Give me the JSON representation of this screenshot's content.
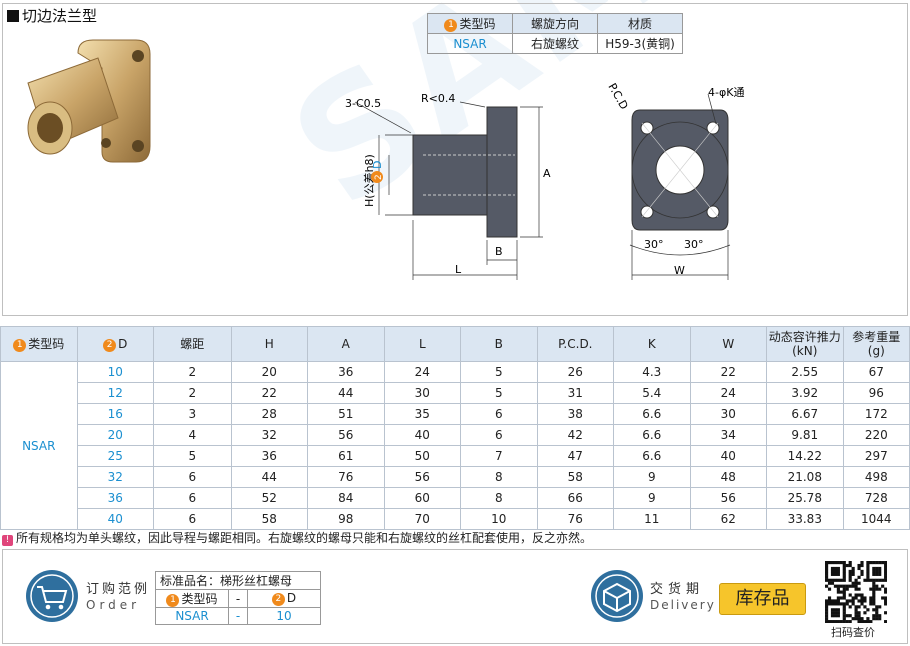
{
  "title": "切边法兰型",
  "spec_table": {
    "headers": [
      "类型码",
      "螺旋方向",
      "材质"
    ],
    "header_num": "1",
    "row": [
      "NSAR",
      "右旋螺纹",
      "H59-3(黄铜)"
    ]
  },
  "drawing_labels": {
    "chamfer": "3-C0.5",
    "radius": "R<0.4",
    "h_tol": "H(公差h8)",
    "d_num": "2",
    "d": "D",
    "a": "A",
    "b": "B",
    "l": "L",
    "pcd": "P.C.D",
    "hole": "4-φK通",
    "angle1": "30°",
    "angle2": "30°",
    "w": "W"
  },
  "data_table": {
    "headers": [
      "类型码",
      "D",
      "螺距",
      "H",
      "A",
      "L",
      "B",
      "P.C.D.",
      "K",
      "W",
      "动态容许推力\n(kN)",
      "参考重量\n(g)"
    ],
    "type_code": "NSAR",
    "rows": [
      [
        "10",
        "2",
        "20",
        "36",
        "24",
        "5",
        "26",
        "4.3",
        "22",
        "2.55",
        "67"
      ],
      [
        "12",
        "2",
        "22",
        "44",
        "30",
        "5",
        "31",
        "5.4",
        "24",
        "3.92",
        "96"
      ],
      [
        "16",
        "3",
        "28",
        "51",
        "35",
        "6",
        "38",
        "6.6",
        "30",
        "6.67",
        "172"
      ],
      [
        "20",
        "4",
        "32",
        "56",
        "40",
        "6",
        "42",
        "6.6",
        "34",
        "9.81",
        "220"
      ],
      [
        "25",
        "5",
        "36",
        "61",
        "50",
        "7",
        "47",
        "6.6",
        "40",
        "14.22",
        "297"
      ],
      [
        "32",
        "6",
        "44",
        "76",
        "56",
        "8",
        "58",
        "9",
        "48",
        "21.08",
        "498"
      ],
      [
        "36",
        "6",
        "52",
        "84",
        "60",
        "8",
        "66",
        "9",
        "56",
        "25.78",
        "728"
      ],
      [
        "40",
        "6",
        "58",
        "98",
        "70",
        "10",
        "76",
        "11",
        "62",
        "33.83",
        "1044"
      ]
    ]
  },
  "note": "所有规格均为单头螺纹，因此导程与螺距相同。右旋螺纹的螺母只能和右旋螺纹的丝杠配套使用，反之亦然。",
  "order": {
    "label_cn": "订购范例",
    "label_en": "Order",
    "table_title": "标准品名：梯形丝杠螺母",
    "col1": "类型码",
    "sep": "-",
    "col2": "D",
    "val1": "NSAR",
    "val2": "10"
  },
  "delivery": {
    "label_cn": "交货期",
    "label_en": "Delivery",
    "stock": "库存品"
  },
  "qr_caption": "扫码查价",
  "colors": {
    "accent_blue": "#1b8fd0",
    "orange": "#f08a1c",
    "header_bg": "#dbe6f2",
    "stock_yellow": "#f6c52b"
  }
}
